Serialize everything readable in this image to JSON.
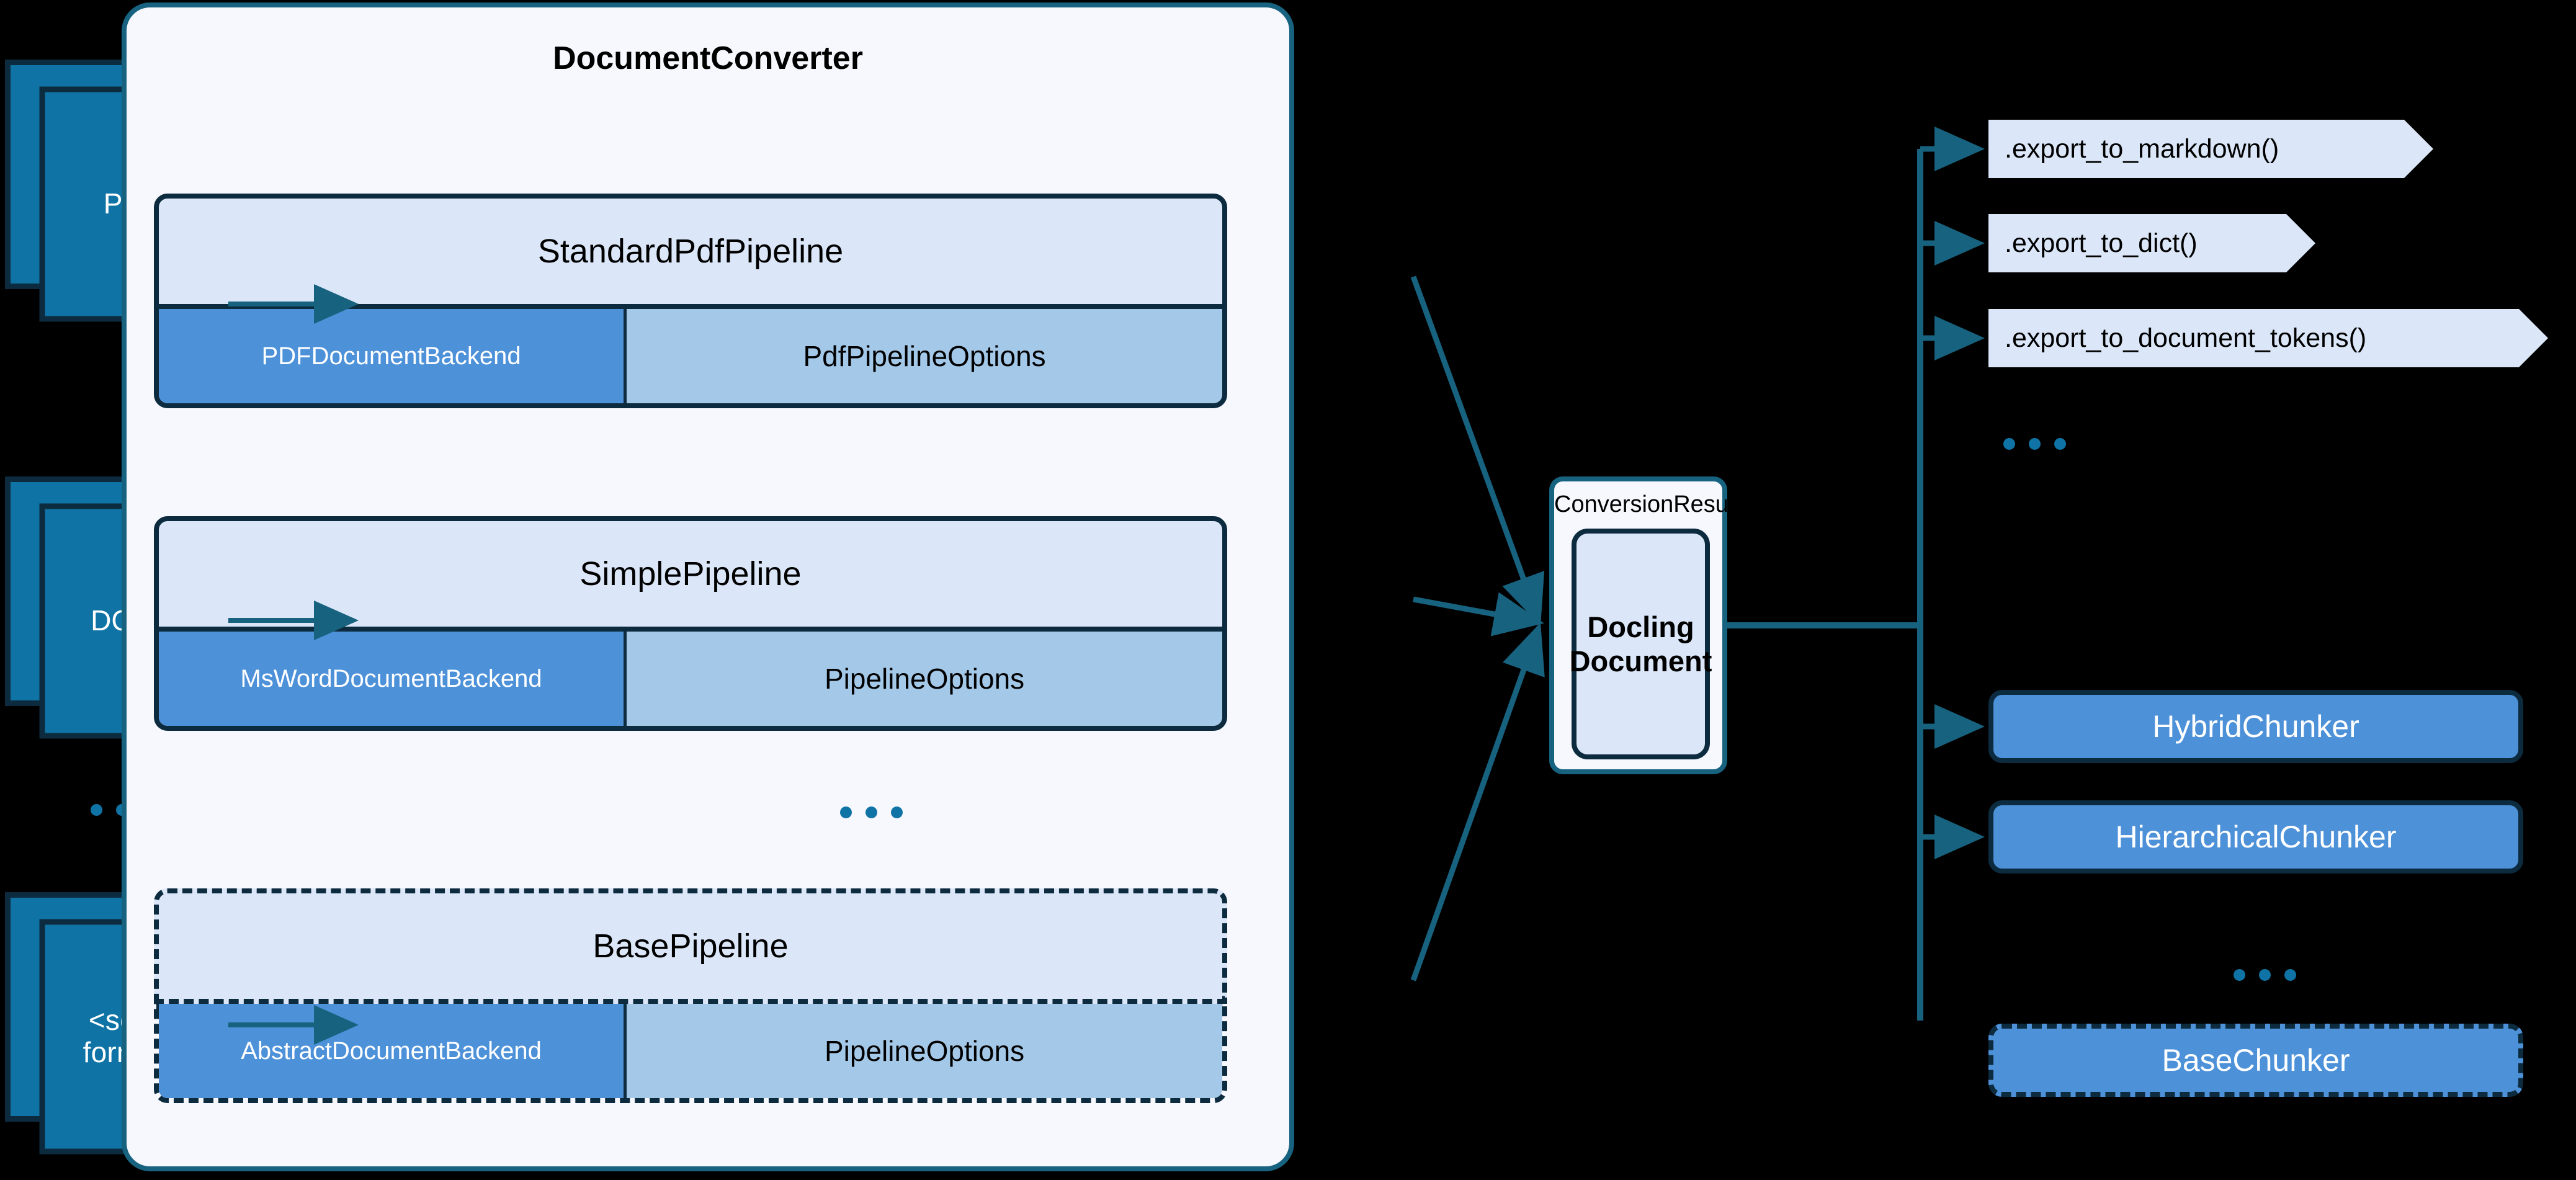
{
  "diagram": {
    "title": "Docling DocumentConverter architecture",
    "colors": {
      "background": "#000000",
      "panel_bg": "#f6f8fe",
      "panel_border": "#17627f",
      "pipeline_head_bg": "#dbe7f8",
      "backend_bg": "#4d91d9",
      "options_bg": "#a4c8e8",
      "doc_icon_bg": "#0f74a5",
      "dark_outline": "#0d2b3e",
      "accent_teal": "#17627f"
    }
  },
  "inputs": {
    "items": [
      {
        "label": "PDF",
        "icon": "document-stack-icon"
      },
      {
        "label": "DOCX",
        "icon": "document-stack-icon"
      },
      {
        "label": "<some\nformat>",
        "line1": "<some",
        "line2": "format>",
        "icon": "document-stack-icon"
      }
    ],
    "ellipsis": "..."
  },
  "converter": {
    "title": "DocumentConverter",
    "ellipsis": "...",
    "pipelines": [
      {
        "name": "StandardPdfPipeline",
        "backend": "PDFDocumentBackend",
        "options": "PdfPipelineOptions",
        "abstract": false
      },
      {
        "name": "SimplePipeline",
        "backend": "MsWordDocumentBackend",
        "options": "PipelineOptions",
        "abstract": false
      },
      {
        "name": "BasePipeline",
        "backend": "AbstractDocumentBackend",
        "options": "PipelineOptions",
        "abstract": true
      }
    ]
  },
  "conversion_result": {
    "title": "ConversionResult",
    "document_line1": "Docling",
    "document_line2": "Document"
  },
  "exports": {
    "items": [
      {
        "label": ".export_to_markdown()"
      },
      {
        "label": ".export_to_dict()"
      },
      {
        "label": ".export_to_document_tokens()"
      }
    ],
    "ellipsis": "..."
  },
  "chunkers": {
    "items": [
      {
        "label": "HybridChunker",
        "abstract": false
      },
      {
        "label": "HierarchicalChunker",
        "abstract": false
      },
      {
        "label": "BaseChunker",
        "abstract": true
      }
    ],
    "ellipsis": "..."
  }
}
